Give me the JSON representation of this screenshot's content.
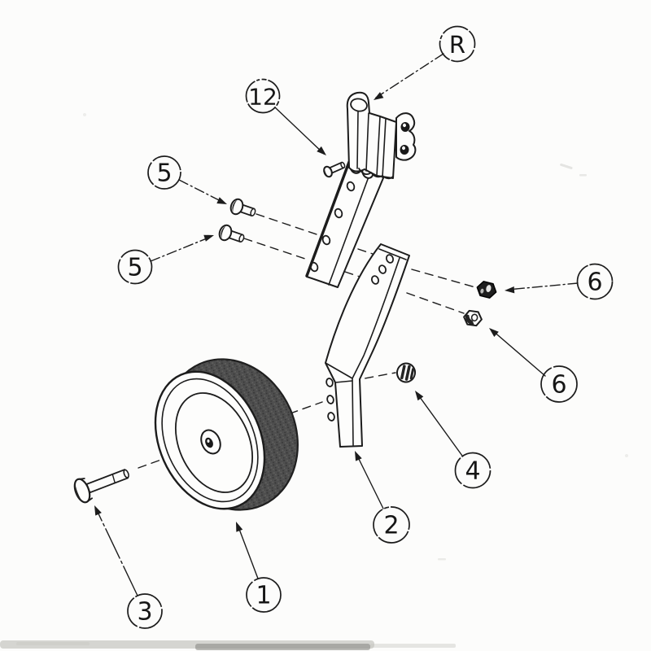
{
  "figure": {
    "kind": "exploded-parts-diagram",
    "background_color": "#fcfcfb",
    "line_color": "#1c1c1c",
    "tire_color": "#4e4e4e",
    "callouts": [
      {
        "label": "R"
      },
      {
        "label": "12"
      },
      {
        "label": "5"
      },
      {
        "label": "5"
      },
      {
        "label": "6"
      },
      {
        "label": "6"
      },
      {
        "label": "4"
      },
      {
        "label": "2"
      },
      {
        "label": "1"
      },
      {
        "label": "3"
      }
    ]
  }
}
